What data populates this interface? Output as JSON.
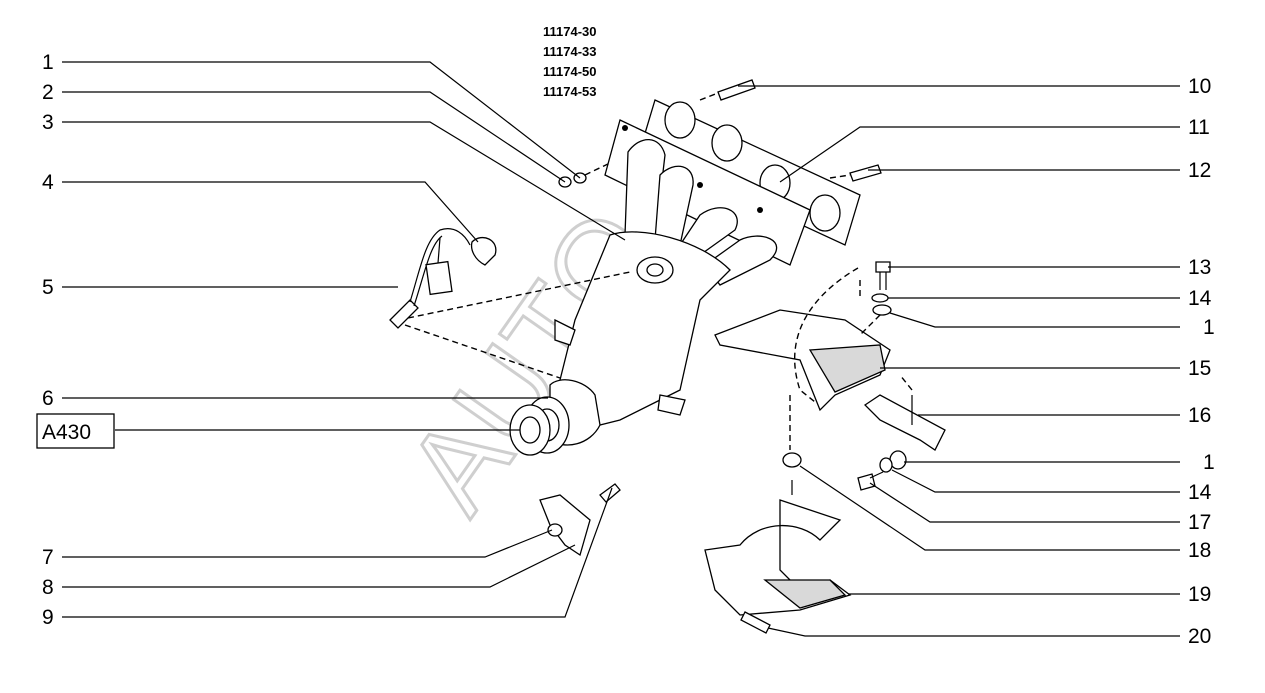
{
  "models": [
    "11174-30",
    "11174-33",
    "11174-50",
    "11174-53"
  ],
  "reference_box": "A430",
  "watermark": "AUTO",
  "callouts_left": [
    "1",
    "2",
    "3",
    "4",
    "5",
    "6",
    "7",
    "8",
    "9"
  ],
  "callouts_right": [
    "10",
    "11",
    "12",
    "13",
    "14",
    "1",
    "15",
    "16",
    "1",
    "14",
    "17",
    "18",
    "19",
    "20"
  ]
}
